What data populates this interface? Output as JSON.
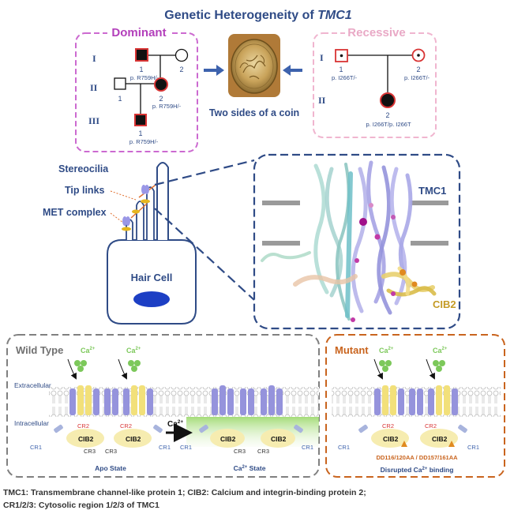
{
  "title": {
    "prefix": "Genetic Heterogeneity of ",
    "gene": "TMC1"
  },
  "dominant": {
    "label": "Dominant",
    "generations": [
      "I",
      "II",
      "III"
    ],
    "ids": {
      "gen1_male": "1",
      "gen1_female": "2",
      "gen2_male": "1",
      "gen2_female": "2",
      "gen3_male": "1"
    },
    "genotypes": {
      "gen1_male": "p. R759H/-",
      "gen2_female": "p. R759H/-",
      "gen3_male": "p. R759H/-"
    }
  },
  "recessive": {
    "label": "Recessive",
    "generations": [
      "I",
      "II"
    ],
    "ids": {
      "gen1_male": "1",
      "gen1_female": "2",
      "gen2_child": "2"
    },
    "genotypes": {
      "gen1_male": "p. I266T/-",
      "gen1_female": "p. I266T/-",
      "gen2_child": "p. I266T/p. I266T"
    }
  },
  "coin_caption": "Two sides of a coin",
  "cell_labels": {
    "stereocilia": "Stereocilia",
    "tip_links": "Tip links",
    "met_complex": "MET complex",
    "hair_cell": "Hair Cell"
  },
  "structure_labels": {
    "tmc1": "TMC1",
    "cib2": "CIB2"
  },
  "panels": {
    "wild_type": "Wild Type",
    "mutant": "Mutant",
    "extracellular": "Extracellular",
    "intracellular": "Intracellular",
    "ca_ion": "Ca",
    "ca_charge": "2+",
    "ca_state_suffix": " State",
    "apo_state": "Apo State",
    "disrupted": "Disrupted Ca",
    "disrupted_suffix": " binding",
    "mutations": "DD116/120AA / DD157/161AA",
    "cib2": "CIB2",
    "cr1": "CR1",
    "cr2": "CR2",
    "cr3": "CR3"
  },
  "footnote": {
    "line1": "TMC1: Transmembrane channel-like protein 1; CIB2: Calcium and integrin-binding protein 2;",
    "line2": "CR1/2/3: Cytosolic region 1/2/3 of TMC1"
  },
  "colors": {
    "navy": "#2f4b86",
    "dominant_border": "#cc6ad0",
    "recessive_border": "#f0b5cf",
    "affected_red": "#d83434",
    "mutant_border": "#c9641e",
    "cib2_gold": "#c49a25",
    "tmc1_purple": "#7d7bd8",
    "ca_green": "#7cc85a"
  }
}
